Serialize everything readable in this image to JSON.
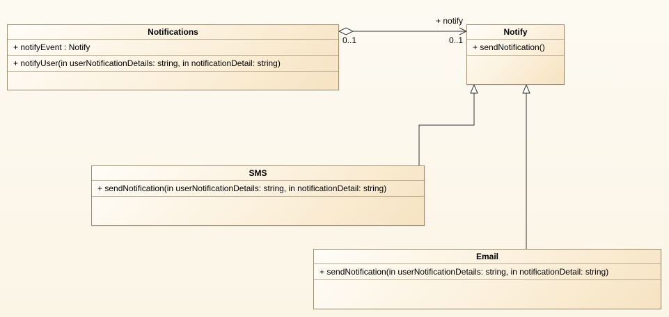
{
  "classes": {
    "notifications": {
      "name": "Notifications",
      "attributes": [
        "+ notifyEvent : Notify"
      ],
      "operations": [
        "+ notifyUser(in userNotificationDetails: string, in notificationDetail: string)"
      ]
    },
    "notify": {
      "name": "Notify",
      "attributes": [],
      "operations": [
        "+ sendNotification()"
      ]
    },
    "sms": {
      "name": "SMS",
      "attributes": [],
      "operations": [
        "+ sendNotification(in userNotificationDetails: string, in notificationDetail: string)"
      ]
    },
    "email": {
      "name": "Email",
      "attributes": [],
      "operations": [
        "+ sendNotification(in userNotificationDetails: string, in notificationDetail: string)"
      ]
    }
  },
  "association": {
    "role": "+ notify",
    "source_multiplicity": "0..1",
    "target_multiplicity": "0..1"
  }
}
